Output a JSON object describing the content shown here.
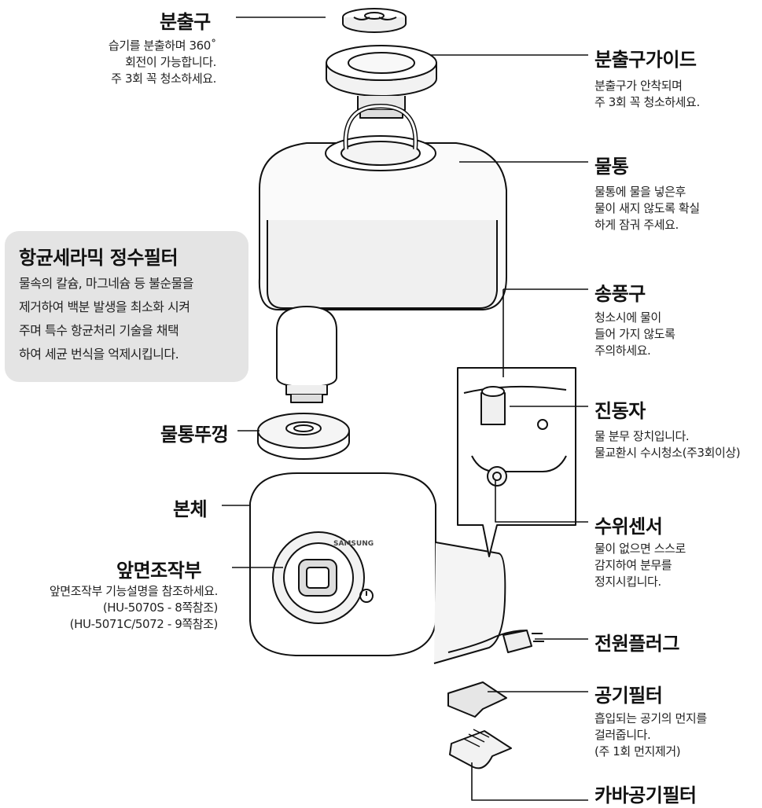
{
  "parts": {
    "nozzle": {
      "title": "분출구",
      "desc": [
        "습기를 분출하며 360˚",
        "회전이 가능합니다.",
        "주 3회 꼭 청소하세요."
      ]
    },
    "nozzle_guide": {
      "title": "분출구가이드",
      "desc": [
        "분출구가 안착되며",
        "주 3회 꼭 청소하세요."
      ]
    },
    "water_tank": {
      "title": "물통",
      "desc": [
        "물통에 물을 넣은후",
        "물이 새지 않도록 확실",
        "하게 잠궈 주세요."
      ]
    },
    "filter": {
      "title": "항균세라믹 정수필터",
      "desc": [
        "물속의 칼슘, 마그네슘 등 불순물을",
        "제거하여 백분 발생을 최소화 시켜",
        "주며 특수 항균처리 기술을 채택",
        "하여 세균 번식을 억제시킵니다."
      ]
    },
    "blower": {
      "title": "송풍구",
      "desc": [
        "청소시에 물이",
        "들어 가지 않도록",
        "주의하세요."
      ]
    },
    "vibrator": {
      "title": "진동자",
      "desc": [
        "물 분무 장치입니다.",
        "물교환시 수시청소(주3회이상)"
      ]
    },
    "tank_cap": {
      "title": "물통뚜껑"
    },
    "body": {
      "title": "본체"
    },
    "water_sensor": {
      "title": "수위센서",
      "desc": [
        "물이 없으면 스스로",
        "감지하여 분무를",
        "정지시킵니다."
      ]
    },
    "control_panel": {
      "title": "앞면조작부",
      "desc": [
        "앞면조작부 기능설명을 참조하세요.",
        "(HU-5070S - 8쪽참조)",
        "(HU-5071C/5072 - 9쪽참조)"
      ]
    },
    "power_plug": {
      "title": "전원플러그"
    },
    "air_filter": {
      "title": "공기필터",
      "desc": [
        "흡입되는 공기의 먼지를",
        "걸러줍니다.",
        "(주 1회 먼지제거)"
      ]
    },
    "cover_filter": {
      "title": "카바공기필터"
    }
  },
  "brand_logo": "SAMSUNG"
}
